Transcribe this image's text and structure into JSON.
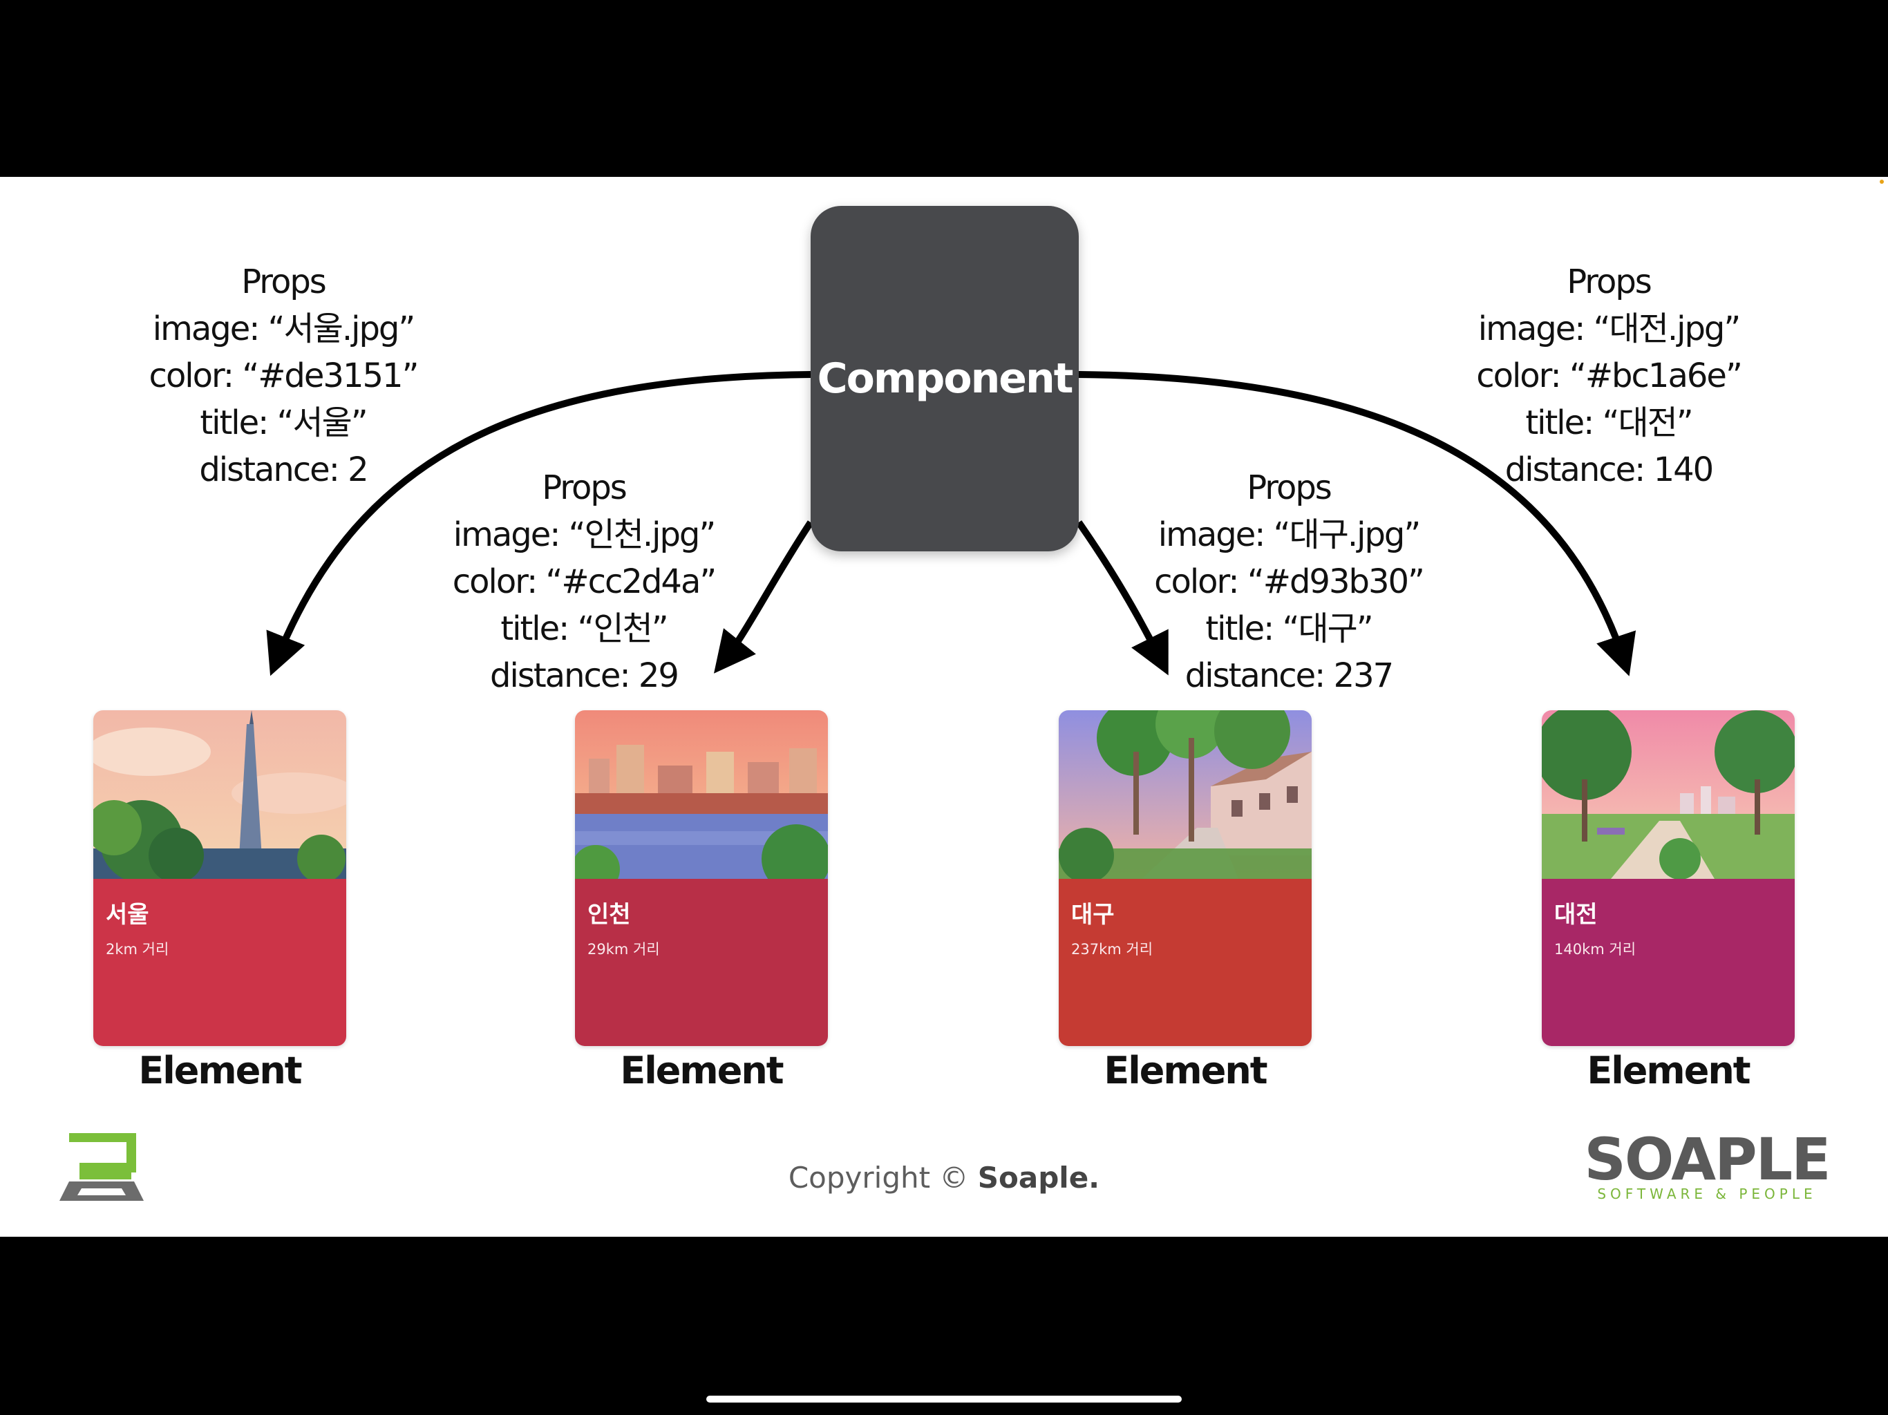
{
  "component": {
    "label": "Component"
  },
  "props_heading": "Props",
  "cards": [
    {
      "props": {
        "image": "image: “서울.jpg”",
        "color": "color: “#de3151”",
        "title": "title: “서울”",
        "distance": "distance: 2"
      },
      "title": "서울",
      "distance_text": "2km 거리",
      "bg": "#cc3448",
      "element_label": "Element"
    },
    {
      "props": {
        "image": "image: “인천.jpg”",
        "color": "color: “#cc2d4a”",
        "title": "title: “인천”",
        "distance": "distance: 29"
      },
      "title": "인천",
      "distance_text": "29km 거리",
      "bg": "#b82f47",
      "element_label": "Element"
    },
    {
      "props": {
        "image": "image: “대구.jpg”",
        "color": "color: “#d93b30”",
        "title": "title: “대구”",
        "distance": "distance: 237"
      },
      "title": "대구",
      "distance_text": "237km 거리",
      "bg": "#c53b33",
      "element_label": "Element"
    },
    {
      "props": {
        "image": "image: “대전.jpg”",
        "color": "color: “#bc1a6e”",
        "title": "title: “대전”",
        "distance": "distance: 140"
      },
      "title": "대전",
      "distance_text": "140km 거리",
      "bg": "#a82766",
      "element_label": "Element"
    }
  ],
  "footer": {
    "copyright_prefix": "Copyright © ",
    "copyright_brand": "Soaple.",
    "brand_word": "SOAPLE",
    "brand_tagline": "SOFTWARE & PEOPLE"
  },
  "colors": {
    "component_bg": "#48494c",
    "brand_green": "#7bb63a",
    "brand_gray": "#5a5a5a"
  }
}
